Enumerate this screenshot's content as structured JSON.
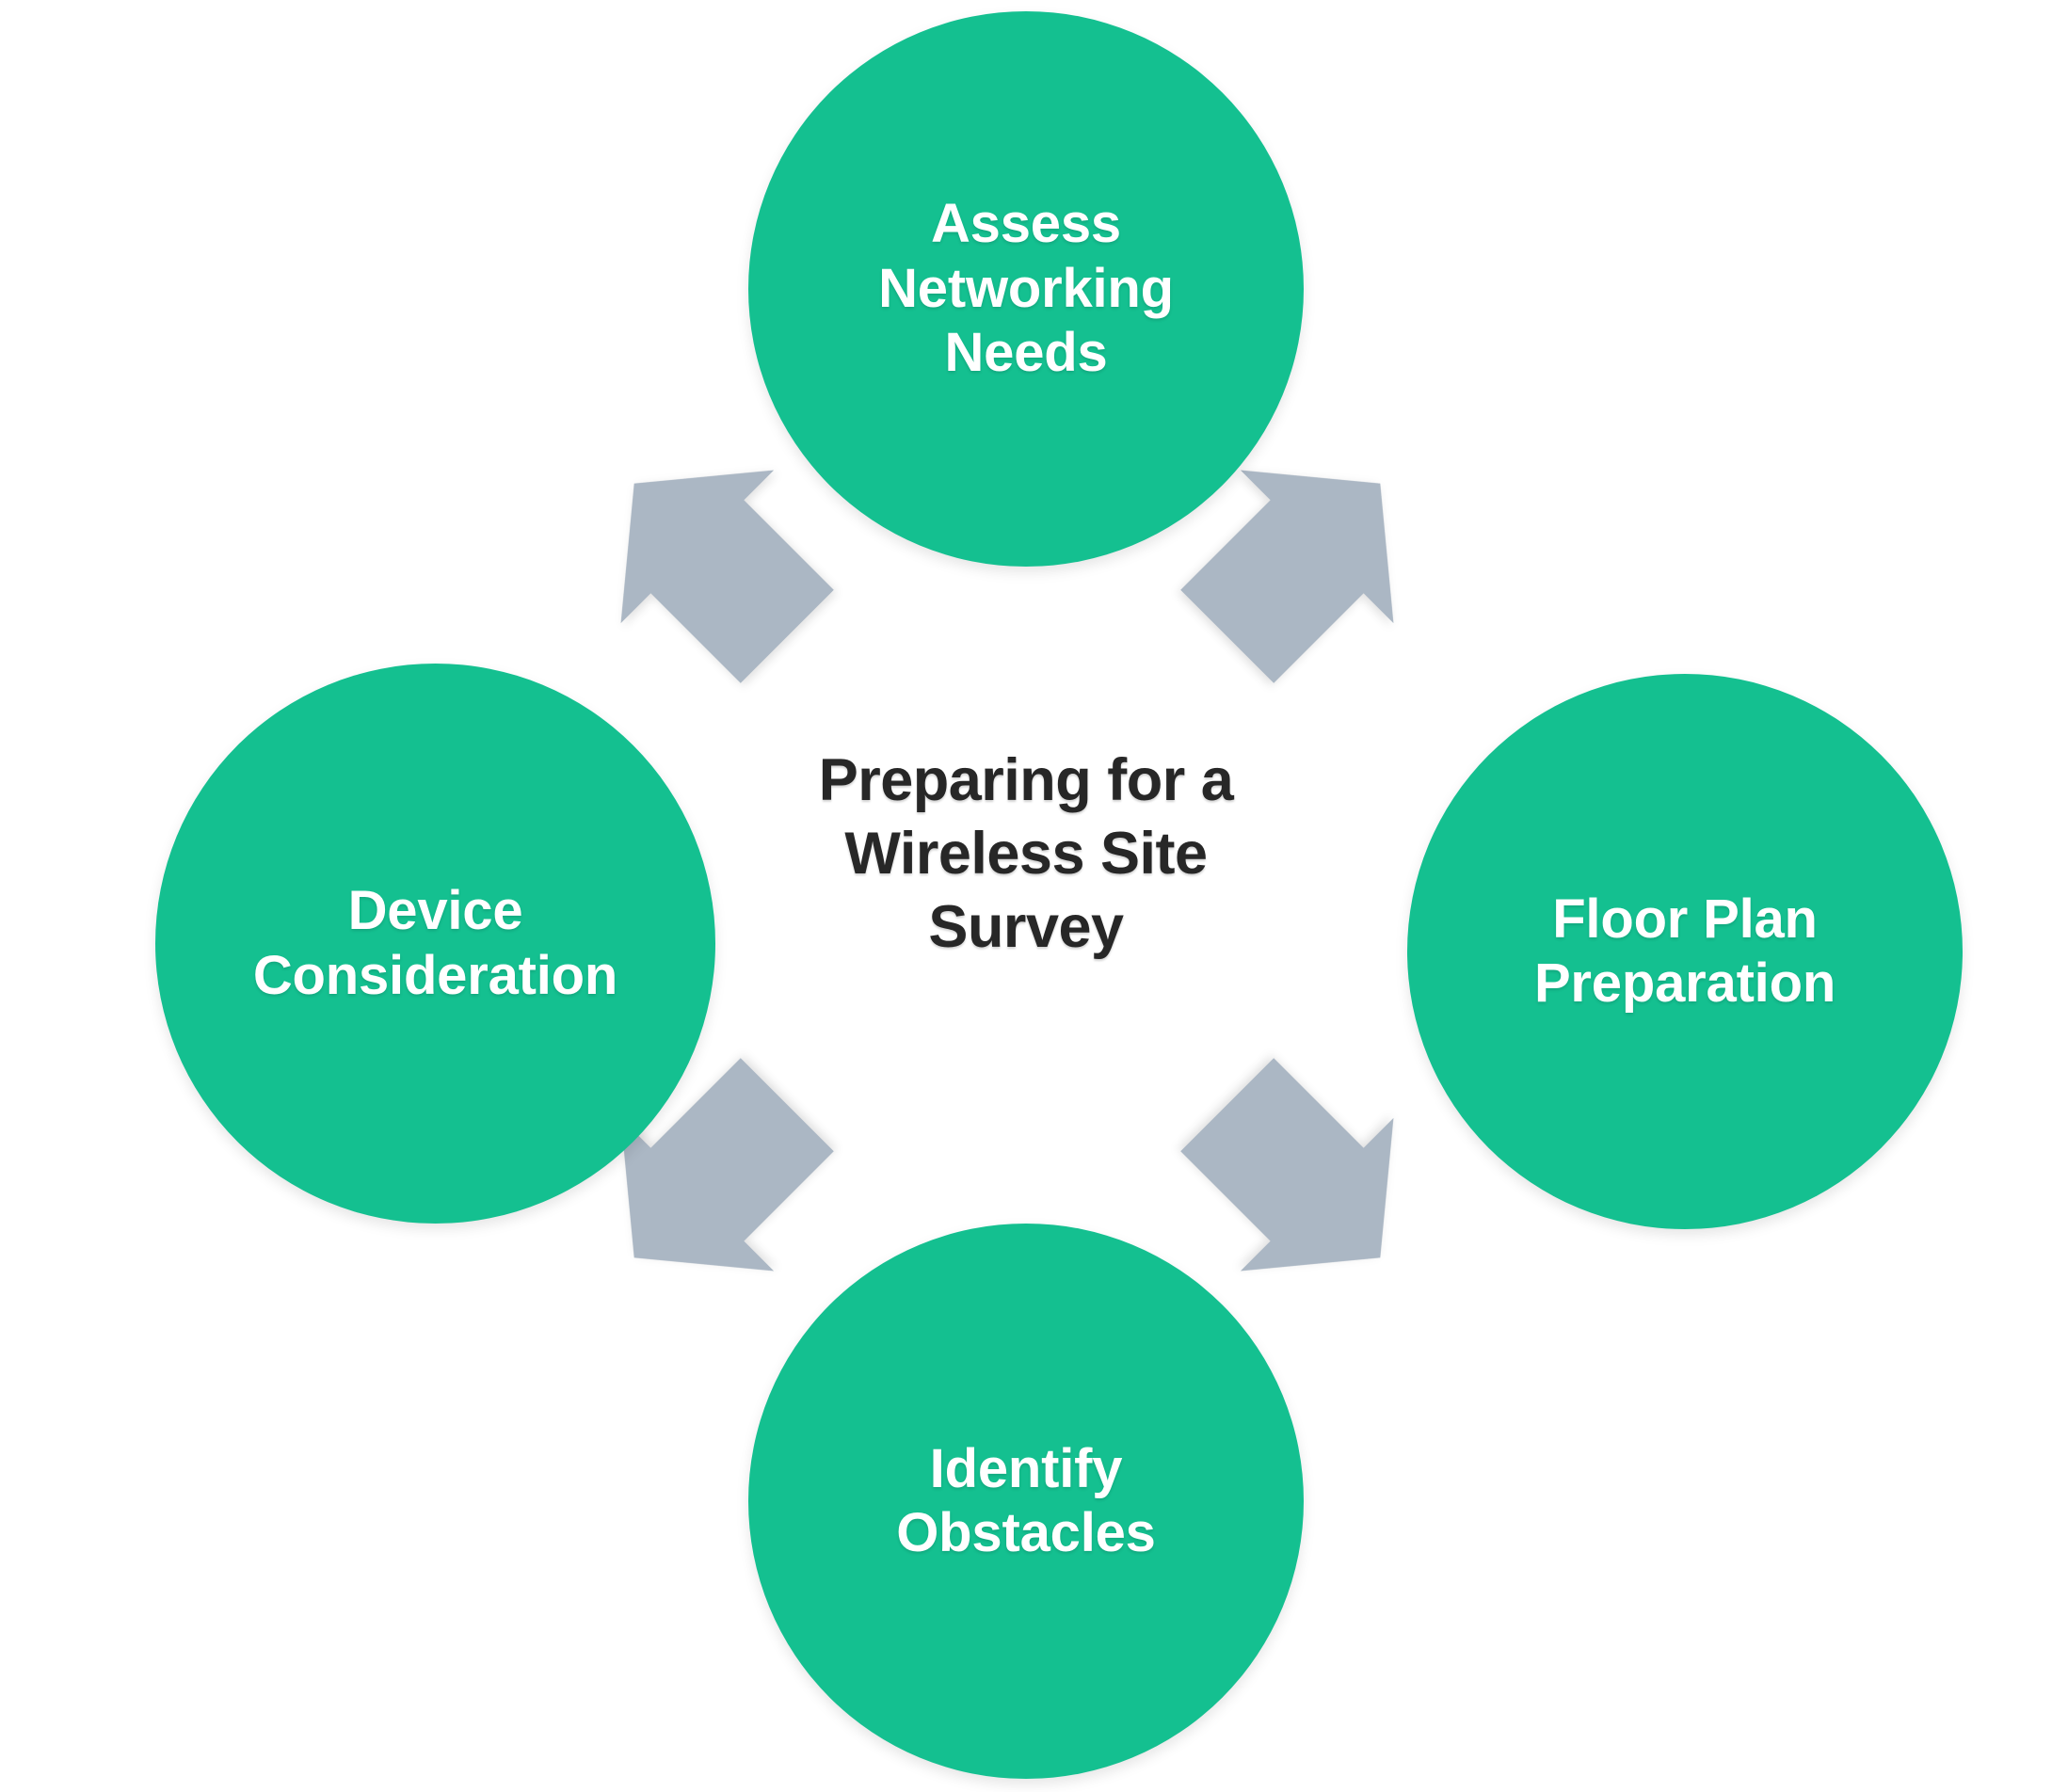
{
  "diagram": {
    "type": "cycle",
    "title": "Preparing for a\nWireless Site\nSurvey",
    "title_plain": "Preparing for a Wireless Site Survey",
    "background_color": "#ffffff",
    "node_color": "#14c090",
    "node_text_color": "#ffffff",
    "arrow_color": "#abb7c4",
    "title_color": "#272727",
    "nodes": [
      {
        "id": "assess-networking-needs",
        "position": "top",
        "label": "Assess\nNetworking\nNeeds"
      },
      {
        "id": "floor-plan-preparation",
        "position": "right",
        "label": "Floor Plan\nPreparation"
      },
      {
        "id": "identify-obstacles",
        "position": "bottom",
        "label": "Identify\nObstacles"
      },
      {
        "id": "device-consideration",
        "position": "left",
        "label": "Device\nConsideration"
      }
    ],
    "arrows": [
      {
        "id": "arrow-top-to-right",
        "name": "arrow-top-right",
        "from": "assess-networking-needs",
        "to": "floor-plan-preparation",
        "direction": "down-right"
      },
      {
        "id": "arrow-right-to-bottom",
        "name": "arrow-bottom-right",
        "from": "floor-plan-preparation",
        "to": "identify-obstacles",
        "direction": "down-left"
      },
      {
        "id": "arrow-bottom-to-left",
        "name": "arrow-bottom-left",
        "from": "identify-obstacles",
        "to": "device-consideration",
        "direction": "up-left"
      },
      {
        "id": "arrow-left-to-top",
        "name": "arrow-top-left",
        "from": "device-consideration",
        "to": "assess-networking-needs",
        "direction": "up-right"
      }
    ]
  }
}
